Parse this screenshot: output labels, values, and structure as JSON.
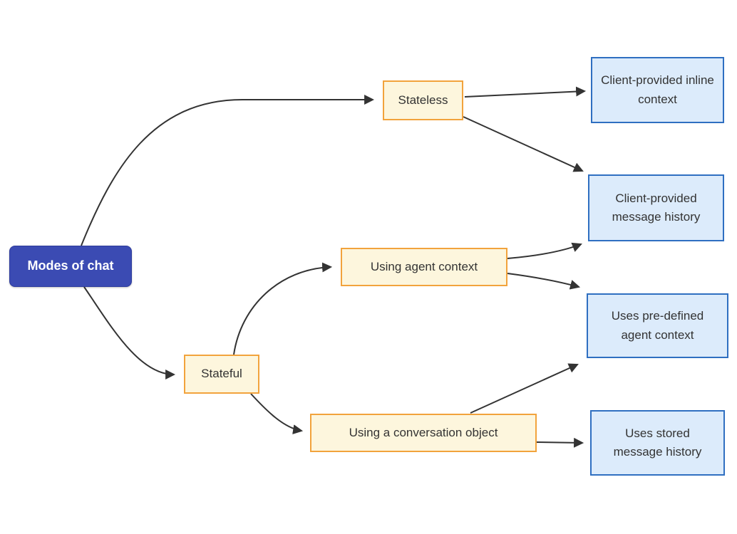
{
  "diagram": {
    "title": "Modes of chat flowchart",
    "nodes": {
      "modes": {
        "label": "Modes of chat",
        "fill": "#3b4bb3",
        "border": "#2e3c9c",
        "text_color": "#ffffff"
      },
      "stateless": {
        "label": "Stateless",
        "fill": "#fdf6dd",
        "border": "#f2a33c",
        "text_color": "#333333"
      },
      "stateful": {
        "label": "Stateful",
        "fill": "#fdf6dd",
        "border": "#f2a33c",
        "text_color": "#333333"
      },
      "agent_context": {
        "label": "Using agent context",
        "fill": "#fdf6dd",
        "border": "#f2a33c",
        "text_color": "#333333"
      },
      "conversation": {
        "label": "Using a conversation object",
        "fill": "#fdf6dd",
        "border": "#f2a33c",
        "text_color": "#333333"
      },
      "inline_context": {
        "label": "Client-provided inline context",
        "fill": "#dcebfb",
        "border": "#2f6fc1",
        "text_color": "#333333"
      },
      "message_history": {
        "label": "Client-provided message history",
        "fill": "#dcebfb",
        "border": "#2f6fc1",
        "text_color": "#333333"
      },
      "predefined_context": {
        "label": "Uses pre-defined agent context",
        "fill": "#dcebfb",
        "border": "#2f6fc1",
        "text_color": "#333333"
      },
      "stored_history": {
        "label": "Uses stored message history",
        "fill": "#dcebfb",
        "border": "#2f6fc1",
        "text_color": "#333333"
      }
    },
    "edges": [
      {
        "from": "Modes of chat",
        "to": "Stateless"
      },
      {
        "from": "Modes of chat",
        "to": "Stateful"
      },
      {
        "from": "Stateless",
        "to": "Client-provided inline context"
      },
      {
        "from": "Stateless",
        "to": "Client-provided message history"
      },
      {
        "from": "Stateful",
        "to": "Using agent context"
      },
      {
        "from": "Stateful",
        "to": "Using a conversation object"
      },
      {
        "from": "Using agent context",
        "to": "Client-provided message history"
      },
      {
        "from": "Using agent context",
        "to": "Uses pre-defined agent context"
      },
      {
        "from": "Using a conversation object",
        "to": "Uses pre-defined agent context"
      },
      {
        "from": "Using a conversation object",
        "to": "Uses stored message history"
      }
    ],
    "colors": {
      "edge": "#333333",
      "text": "#333333",
      "background": "#ffffff"
    }
  }
}
